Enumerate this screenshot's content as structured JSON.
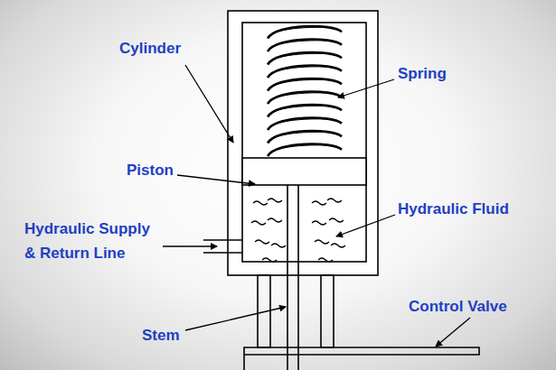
{
  "diagram": {
    "labels": [
      "Cylinder",
      "Spring",
      "Piston",
      "Hydraulic Fluid",
      "Hydraulic Supply & Return Line",
      "Stem",
      "Control Valve"
    ]
  }
}
